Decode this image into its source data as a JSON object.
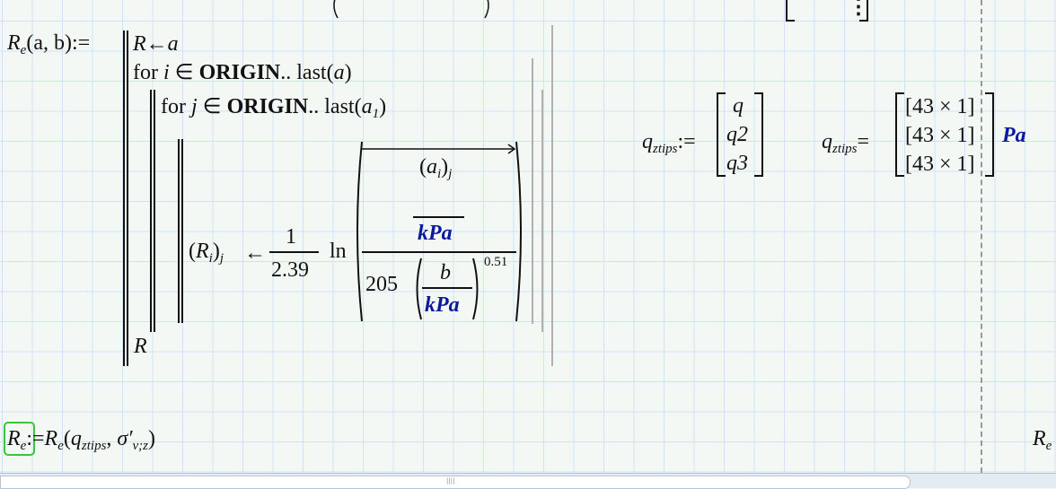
{
  "definition": {
    "name": "R",
    "sub": "e",
    "args": "(a, b)",
    "assign": ":=",
    "line1": {
      "lhs": "R",
      "arrow": "←",
      "rhs": "a"
    },
    "line2": {
      "kw": "for",
      "var": "i",
      "in": "∈",
      "origin": "ORIGIN",
      "range": "..",
      "fn": "last",
      "arg": "a"
    },
    "line3": {
      "kw": "for",
      "var": "j",
      "in": "∈",
      "origin": "ORIGIN",
      "range": "..",
      "fn": "last",
      "arg": "a",
      "arg_sub": "1"
    },
    "body": {
      "lhs": "R",
      "lhs_sub_i": "i",
      "lhs_sub_j": "j",
      "arrow": "←",
      "num": "1",
      "den": "2.39",
      "fn": "ln",
      "inner_var": "a",
      "inner_sub_i": "i",
      "inner_sub_j": "j",
      "unit": "kPa",
      "coef": "205",
      "b": "b",
      "unit2": "kPa",
      "exp": "0.51"
    },
    "return": "R"
  },
  "qdef": {
    "name": "q",
    "sub": "ztips",
    "assign": ":=",
    "items": [
      "q",
      "q2",
      "q3"
    ]
  },
  "qeval": {
    "name": "q",
    "sub": "ztips",
    "eq": "=",
    "items": [
      "[43 × 1]",
      "[43 × 1]",
      "[43 × 1]"
    ],
    "unit": "Pa"
  },
  "call": {
    "name": "R",
    "sub": "e",
    "assign": ":=",
    "fn": "R",
    "fn_sub": "e",
    "arg1": "q",
    "arg1_sub": "ztips",
    "arg2": "σ′",
    "arg2_sub": "v;z"
  },
  "right_partial": {
    "name": "R",
    "sub": "e"
  },
  "top_partial": {
    "dots": "⋮"
  },
  "colors": {
    "unit": "#0a1a9a",
    "selection": "#3cc43c",
    "grid": "#cfe3f7"
  }
}
